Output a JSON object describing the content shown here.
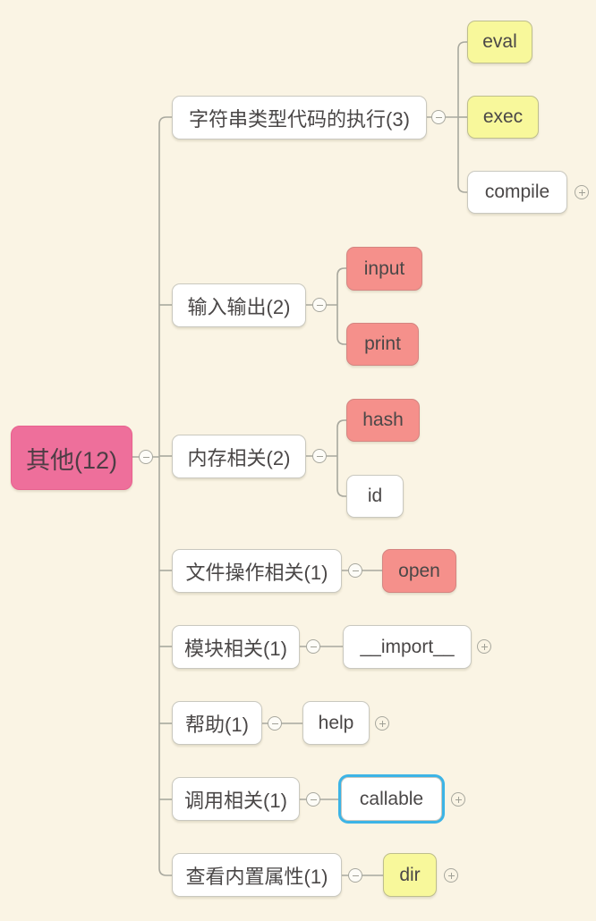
{
  "canvas": {
    "background_color": "#FAF4E4",
    "line_color": "#A8A89E"
  },
  "palette": {
    "root_pink": "#EE6F9B",
    "leaf_yellow": "#F8F89B",
    "leaf_salmon": "#F5908B",
    "topic_white": "#FFFFFF",
    "topic_border": "#C9C8BF",
    "selection_blue": "#3CB4E6",
    "text": "#4A4747"
  },
  "mindmap": {
    "root": {
      "label": "其他(12)",
      "color": "#EE6F9B"
    },
    "branches": [
      {
        "label": "字符串类型代码的执行(3)",
        "children": [
          {
            "label": "eval",
            "color": "#F8F89B"
          },
          {
            "label": "exec",
            "color": "#F8F89B"
          },
          {
            "label": "compile",
            "color": "#FFFFFF",
            "has_expand_toggle": true
          }
        ]
      },
      {
        "label": "输入输出(2)",
        "children": [
          {
            "label": "input",
            "color": "#F5908B"
          },
          {
            "label": "print",
            "color": "#F5908B"
          }
        ]
      },
      {
        "label": "内存相关(2)",
        "children": [
          {
            "label": "hash",
            "color": "#F5908B"
          },
          {
            "label": "id",
            "color": "#FFFFFF"
          }
        ]
      },
      {
        "label": "文件操作相关(1)",
        "children": [
          {
            "label": "open",
            "color": "#F5908B"
          }
        ]
      },
      {
        "label": "模块相关(1)",
        "children": [
          {
            "label": "__import__",
            "color": "#FFFFFF",
            "has_expand_toggle": true
          }
        ]
      },
      {
        "label": "帮助(1)",
        "children": [
          {
            "label": "help",
            "color": "#FFFFFF",
            "has_expand_toggle": true
          }
        ]
      },
      {
        "label": "调用相关(1)",
        "children": [
          {
            "label": "callable",
            "color": "#FFFFFF",
            "selected": true,
            "has_expand_toggle": true
          }
        ]
      },
      {
        "label": "查看内置属性(1)",
        "children": [
          {
            "label": "dir",
            "color": "#F8F89B",
            "has_expand_toggle": true
          }
        ]
      }
    ]
  }
}
